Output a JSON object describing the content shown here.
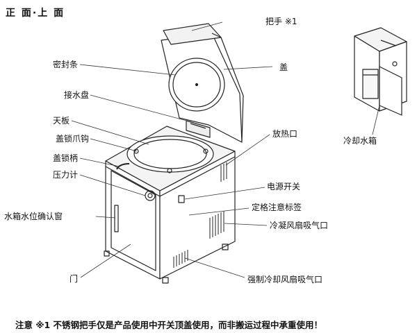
{
  "title": "正 面·上 面",
  "labels": {
    "handle": "把手 ※1",
    "lid": "盖",
    "seal": "密封条",
    "drip_tray": "接水盘",
    "top_plate": "天板",
    "lid_lock_claw": "盖锁爪钩",
    "lid_lock_handle": "盖锁柄",
    "pressure_gauge": "压力计",
    "water_window": "水箱水位确认窗",
    "door": "门",
    "heat_vent": "放热口",
    "cooling_tank": "冷却水箱",
    "power_switch": "电源开关",
    "rating_label": "定格注意标签",
    "condenser_fan_inlet": "冷凝风扇吸气口",
    "cooling_fan_inlet": "强制冷却风扇吸气口"
  },
  "note": "注意 ※1 不锈钢把手仅是产品使用中开关顶盖使用，而非搬运过程中承重使用！"
}
